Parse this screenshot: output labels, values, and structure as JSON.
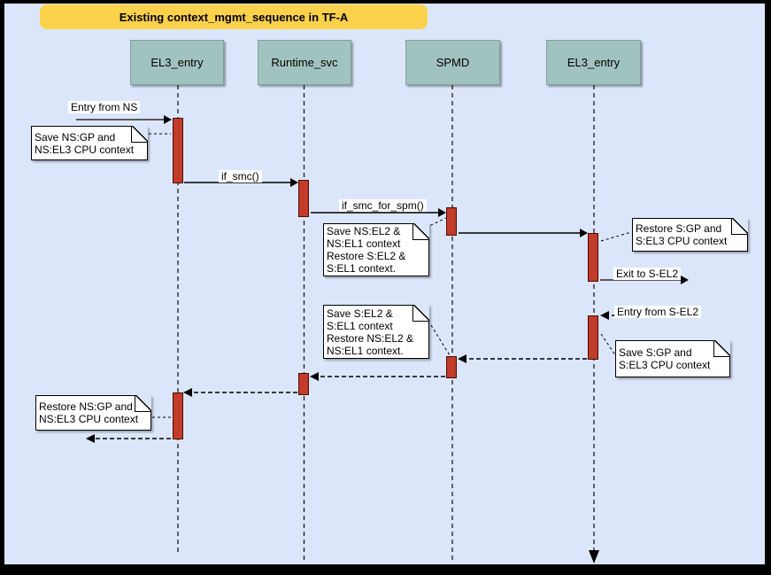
{
  "title": "Existing context_mgmt_sequence in TF-A",
  "actors": [
    "EL3_entry",
    "Runtime_svc",
    "SPMD",
    "EL3_entry"
  ],
  "messages": {
    "entry_from_ns": "Entry from NS",
    "if_smc": "if_smc()",
    "if_smc_for_spm": "if_smc_for_spm()",
    "exit_to_s_el2": "Exit to S-EL2",
    "entry_from_s_el2": "Entry from S-EL2"
  },
  "notes": [
    "Save NS:GP and\nNS:EL3 CPU context",
    "Save NS:EL2 &\nNS:EL1 context\nRestore S:EL2 &\nS:EL1 context.",
    "Restore S:GP and\nS:EL3 CPU context",
    "Save S:EL2 &\nS:EL1 context\nRestore NS:EL2 &\nNS:EL1 context.",
    "Save S:GP and\nS:EL3 CPU context",
    "Restore NS:GP and\nNS:EL3 CPU context"
  ],
  "colors": {
    "background": "#dce6fb",
    "banner_fill": "#fcd14c",
    "actor_fill": "#a1c3bf",
    "activation_fill": "#c23b2b",
    "note_fill": "#ffffff",
    "gray_arrow": "#595959"
  }
}
